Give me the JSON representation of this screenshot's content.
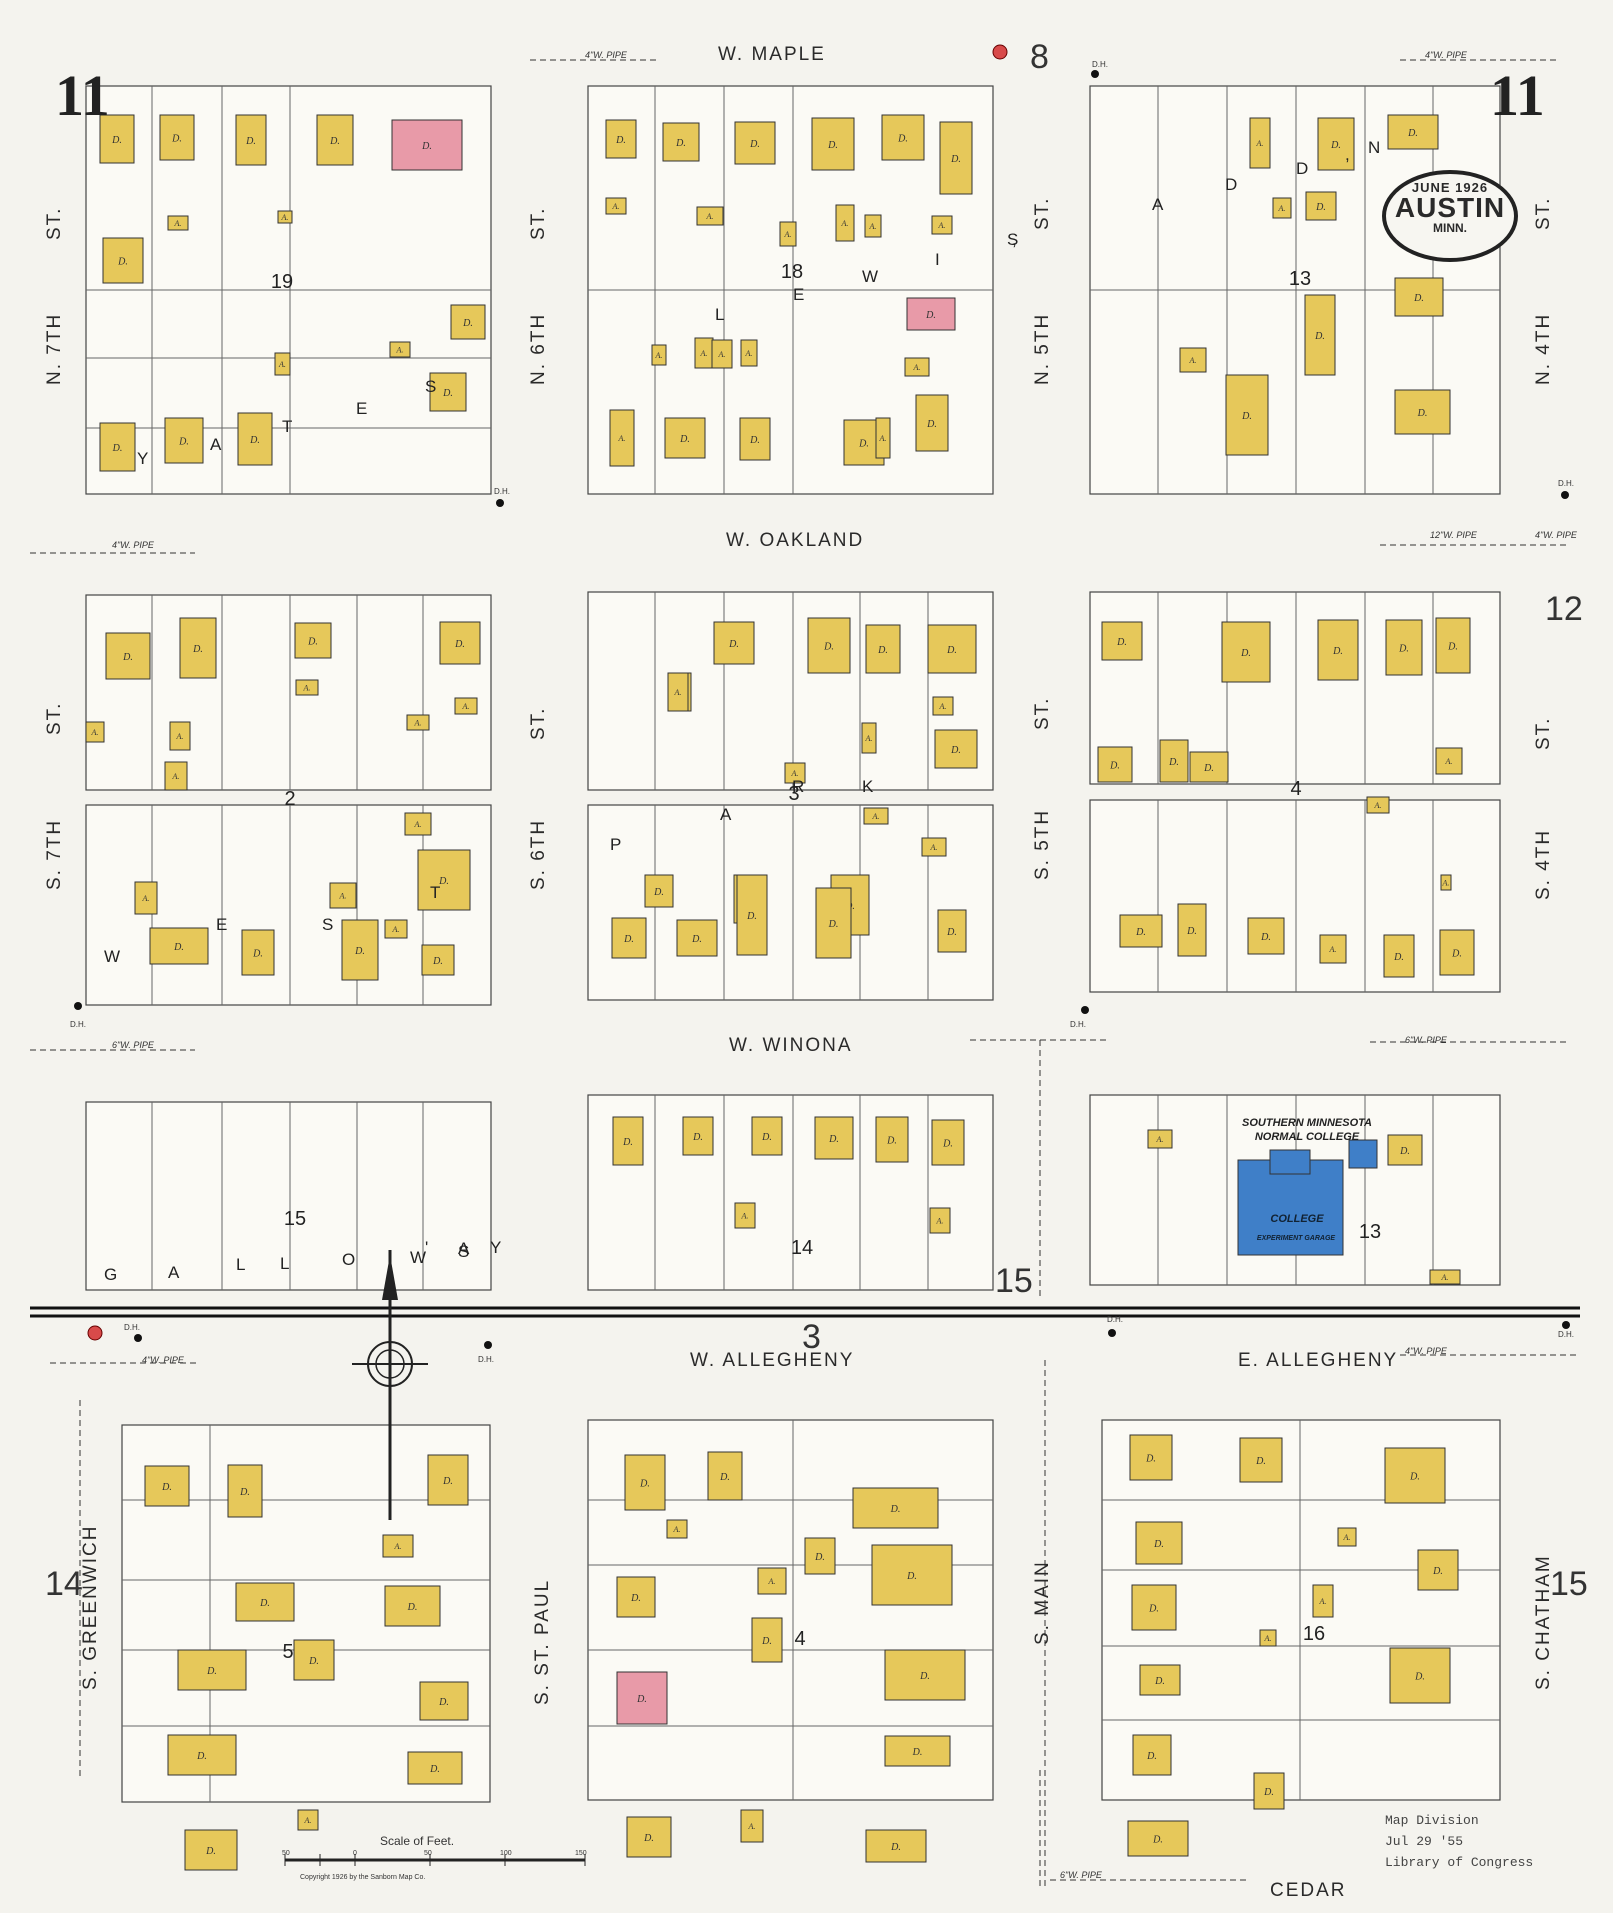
{
  "stamp": {
    "date": "JUNE 1926",
    "city": "AUSTIN",
    "state": "MINN."
  },
  "sheet_number": "11",
  "adjacent_sheets": [
    "8",
    "12",
    "3",
    "14",
    "15",
    "15"
  ],
  "streets": {
    "w_maple": "W. MAPLE",
    "w_oakland": "W. OAKLAND",
    "w_winona": "W. WINONA",
    "w_allegheny": "W. ALLEGHENY",
    "e_allegheny": "E. ALLEGHENY",
    "cedar": "CEDAR",
    "n7_st": "ST.",
    "n7_name": "N. 7TH",
    "n6_st": "ST.",
    "n6_name": "N. 6TH",
    "n5_st": "ST.",
    "n5_name": "N. 5TH",
    "n4_st": "ST.",
    "n4_name": "N. 4TH",
    "s7_st": "ST.",
    "s7_name": "S. 7TH",
    "s6_st": "ST.",
    "s6_name": "S. 6TH",
    "s5_st": "ST.",
    "s5_name": "S. 5TH",
    "s4_st": "ST.",
    "s4_name": "S. 4TH",
    "greenwich": "S. GREENWICH",
    "st_paul": "S. ST. PAUL",
    "main": "S. MAIN",
    "chatham": "S. CHATHAM"
  },
  "block_numbers": [
    "19",
    "18",
    "13",
    "2",
    "3",
    "4",
    "15",
    "14",
    "13",
    "5",
    "4",
    "16"
  ],
  "addition_letters": {
    "yates": [
      "Y",
      "A",
      "T",
      "E",
      "S"
    ],
    "lewis": [
      "L",
      "E",
      "W",
      "I",
      "S",
      ","
    ],
    "addn": [
      "A",
      "D",
      "D",
      ",",
      "N"
    ],
    "park": [
      "P",
      "A",
      "R",
      "K"
    ],
    "west": [
      "W",
      "E",
      "S",
      "T"
    ],
    "galloways": [
      "G",
      "A",
      "L",
      "L",
      "O",
      "W",
      "A",
      "Y",
      "'",
      "S"
    ]
  },
  "college": {
    "name_line1": "SOUTHERN MINNESOTA",
    "name_line2": "NORMAL COLLEGE",
    "building": "COLLEGE",
    "sub": "EXPERIMENT GARAGE"
  },
  "pipes": {
    "four_inch": "4\"W. PIPE",
    "six_inch": "6\"W. PIPE",
    "twelve_inch": "12\"W. PIPE"
  },
  "dh": "D.H.",
  "dwelling": "D.",
  "auto": "A.",
  "scale": {
    "label": "Scale of Feet.",
    "ticks": [
      "50",
      "0",
      "50",
      "100",
      "150"
    ]
  },
  "copyright": "Copyright 1926 by the Sanborn Map Co.",
  "library": {
    "line1": "Map Division",
    "line2": "Jul 29 '55",
    "line3": "Library of Congress"
  },
  "colors": {
    "frame": "#e6c85a",
    "brick": "#e89aa8",
    "college": "#3f7fc8",
    "paper": "#f4f3ee",
    "ink": "#2a2a2a"
  }
}
